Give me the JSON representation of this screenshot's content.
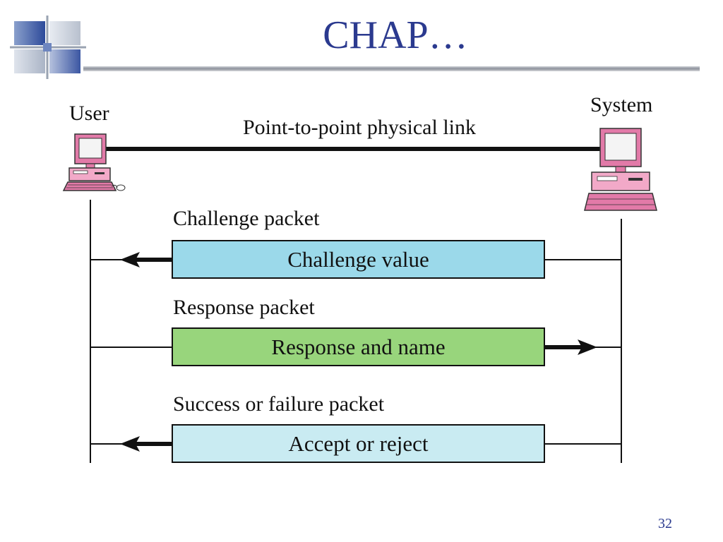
{
  "slide": {
    "title": "CHAP…",
    "page_number": "32"
  },
  "diagram": {
    "user_label": "User",
    "system_label": "System",
    "link_label": "Point-to-point physical link",
    "packets": [
      {
        "name": "Challenge packet",
        "content": "Challenge value",
        "direction": "system-to-user",
        "color": "#9bd9ea"
      },
      {
        "name": "Response packet",
        "content": "Response and name",
        "direction": "user-to-system",
        "color": "#98d57c"
      },
      {
        "name": "Success or failure packet",
        "content": "Accept or reject",
        "direction": "system-to-user",
        "color": "#c9ebf2"
      }
    ],
    "colors": {
      "title": "#2b3a8f",
      "computer": "#e27aa8"
    }
  }
}
